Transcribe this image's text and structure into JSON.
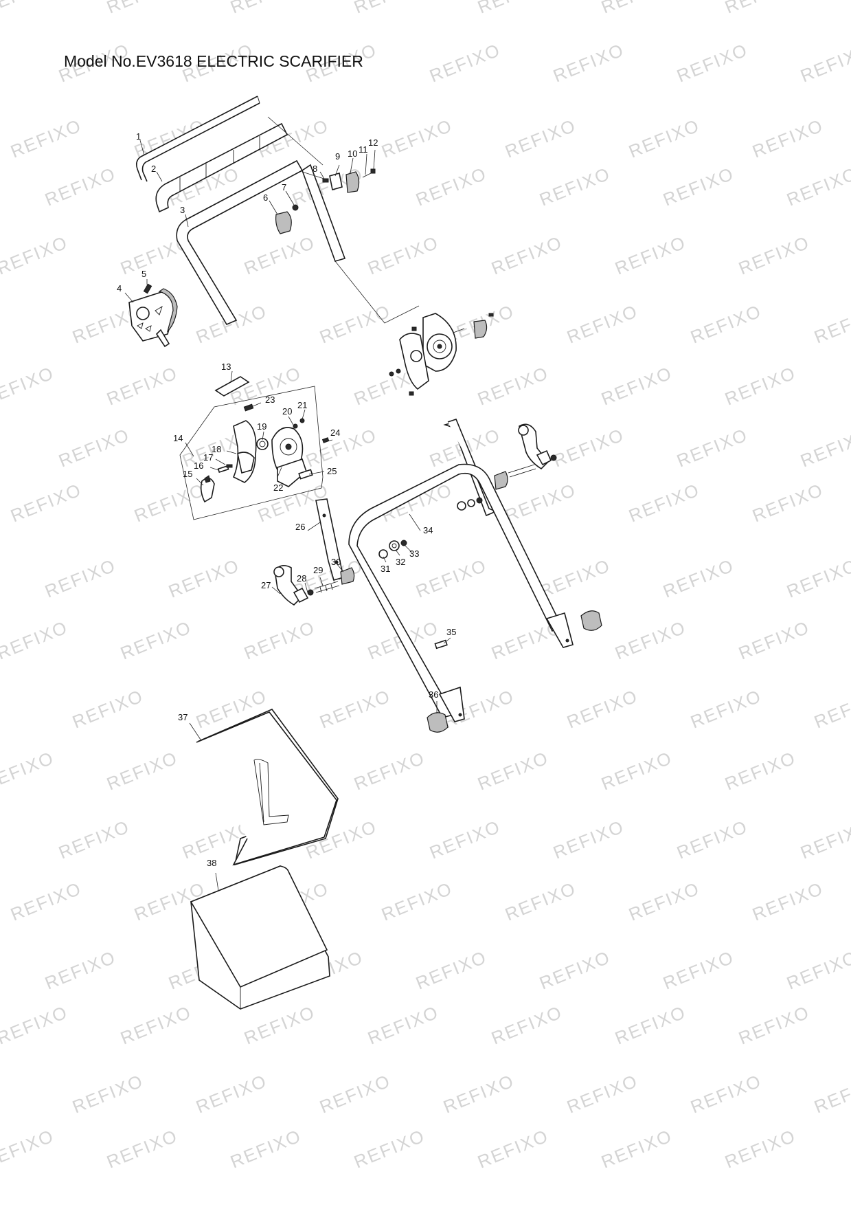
{
  "title": "Model No.EV3618 ELECTRIC SCARIFIER",
  "watermark": "REFIXO",
  "callouts": [
    "1",
    "2",
    "3",
    "4",
    "5",
    "6",
    "7",
    "8",
    "9",
    "10",
    "11",
    "12",
    "13",
    "14",
    "15",
    "16",
    "17",
    "18",
    "19",
    "20",
    "21",
    "22",
    "23",
    "24",
    "25",
    "26",
    "27",
    "28",
    "29",
    "30",
    "31",
    "32",
    "33",
    "34",
    "35",
    "36",
    "37",
    "38"
  ]
}
